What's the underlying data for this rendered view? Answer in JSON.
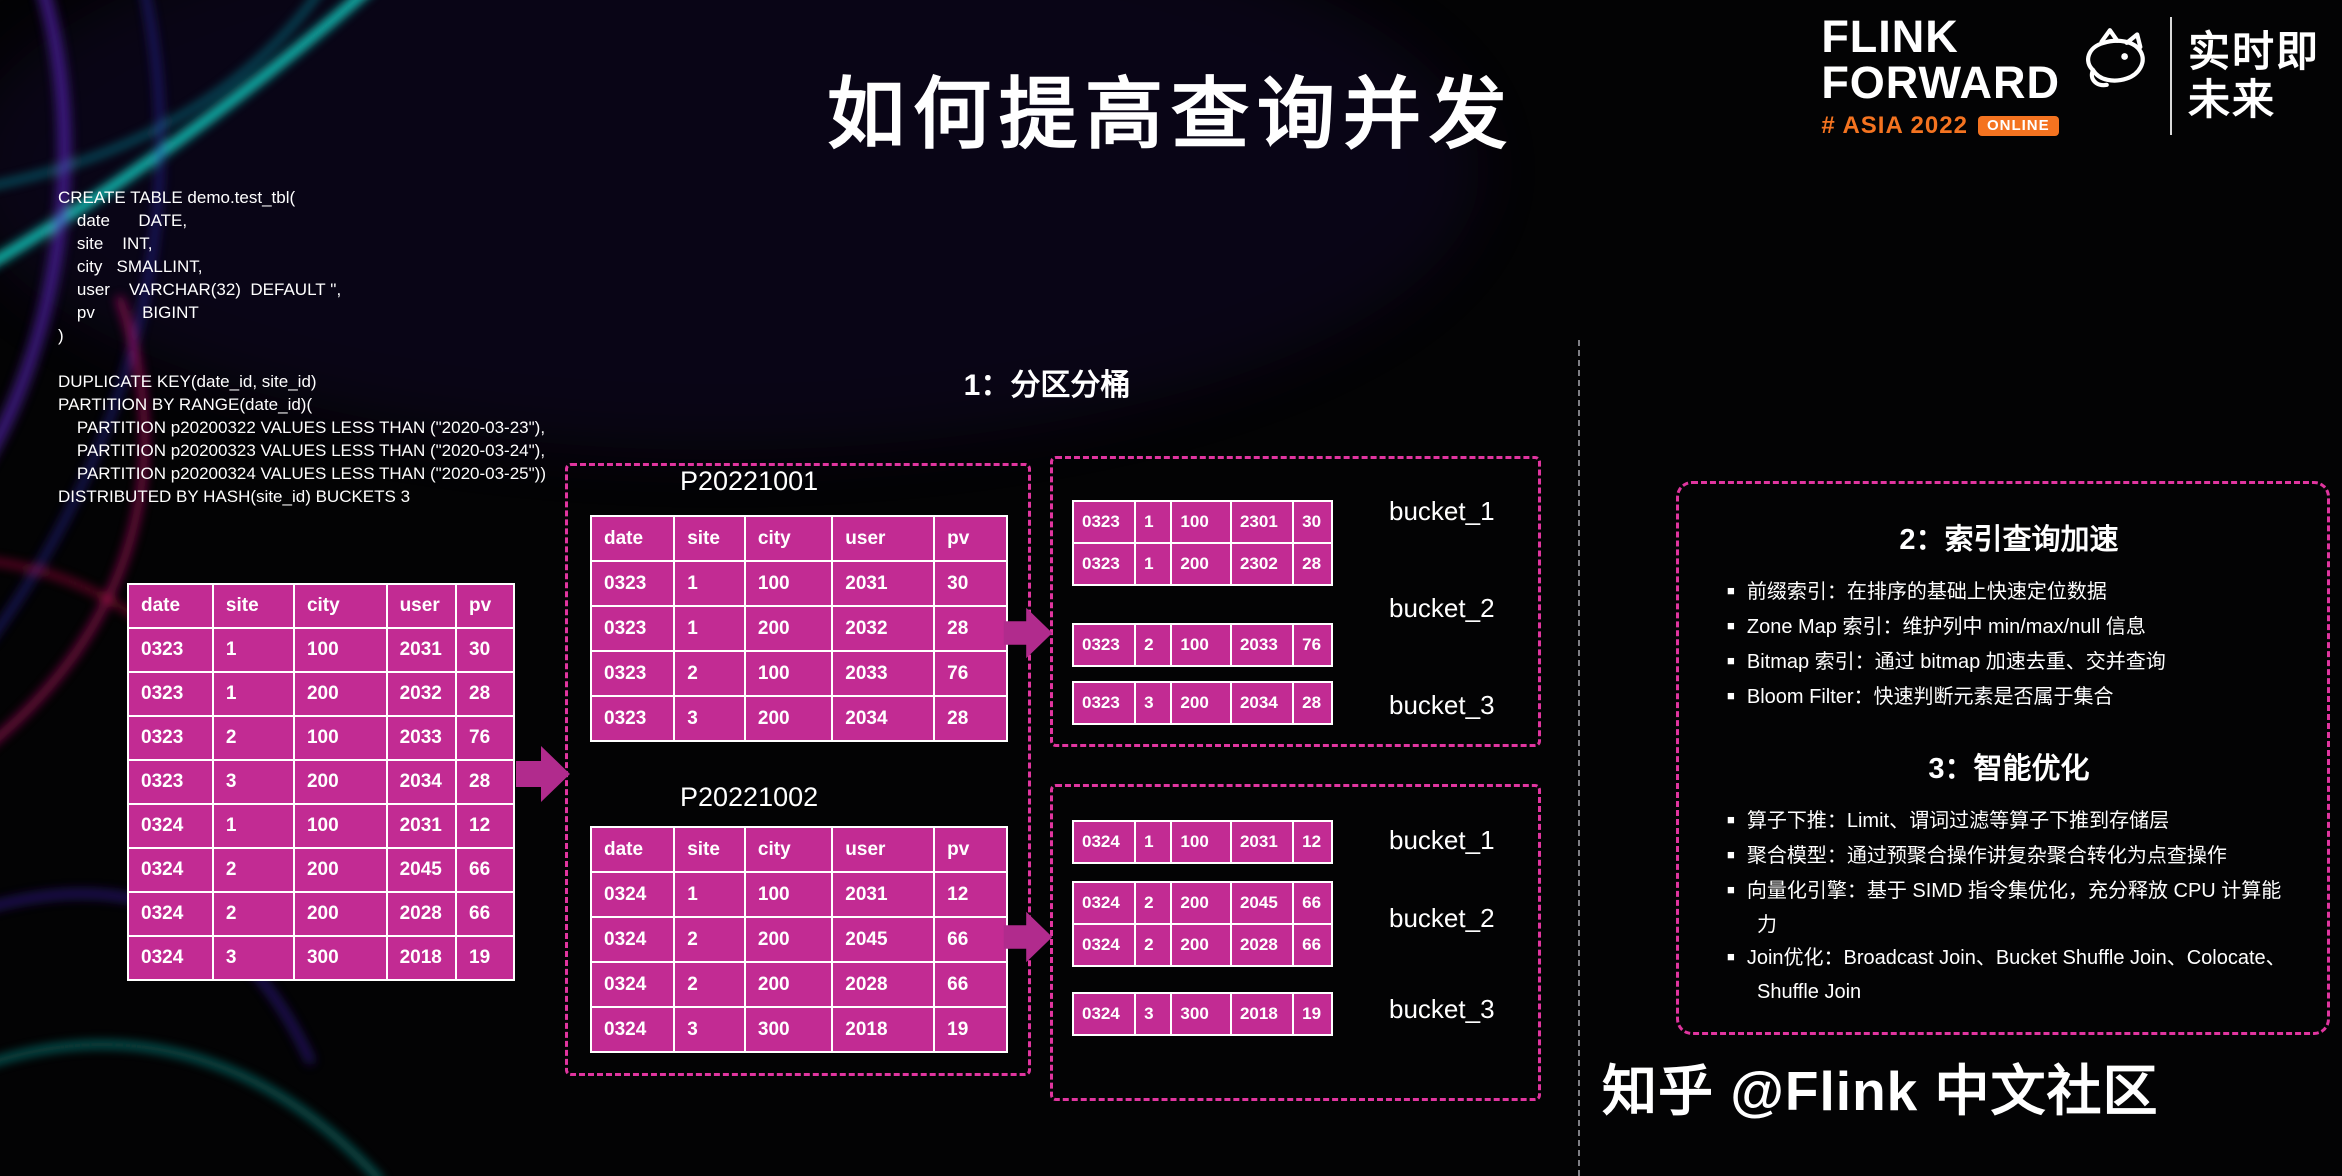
{
  "title": "如何提高查询并发",
  "logo": {
    "line1": "FLINK",
    "line2": "FORWARD",
    "sub": "# ASIA 2022",
    "badge": "ONLINE",
    "tagline1": "实时即",
    "tagline2": "未来"
  },
  "sql_code": {
    "lines": [
      "CREATE TABLE demo.test_tbl(",
      "    date      DATE,",
      "    site    INT,",
      "    city   SMALLINT,",
      "    user    VARCHAR(32)  DEFAULT '',",
      "    pv          BIGINT",
      ")",
      "",
      "DUPLICATE KEY(date_id, site_id)",
      "PARTITION BY RANGE(date_id)(",
      "    PARTITION p20200322 VALUES LESS THAN (\"2020-03-23\"),",
      "    PARTITION p20200323 VALUES LESS THAN (\"2020-03-24\"),",
      "    PARTITION p20200324 VALUES LESS THAN (\"2020-03-25\"))",
      "DISTRIBUTED BY HASH(site_id) BUCKETS 3"
    ]
  },
  "main_table": {
    "headers": [
      "date",
      "site",
      "city",
      "user",
      "pv"
    ],
    "rows": [
      [
        "0323",
        "1",
        "100",
        "2031",
        "30"
      ],
      [
        "0323",
        "1",
        "200",
        "2032",
        "28"
      ],
      [
        "0323",
        "2",
        "100",
        "2033",
        "76"
      ],
      [
        "0323",
        "3",
        "200",
        "2034",
        "28"
      ],
      [
        "0324",
        "1",
        "100",
        "2031",
        "12"
      ],
      [
        "0324",
        "2",
        "200",
        "2045",
        "66"
      ],
      [
        "0324",
        "2",
        "200",
        "2028",
        "66"
      ],
      [
        "0324",
        "3",
        "300",
        "2018",
        "19"
      ]
    ]
  },
  "section1_label": "1：分区分桶",
  "partitions": [
    {
      "name": "P20221001",
      "headers": [
        "date",
        "site",
        "city",
        "user",
        "pv"
      ],
      "rows": [
        [
          "0323",
          "1",
          "100",
          "2031",
          "30"
        ],
        [
          "0323",
          "1",
          "200",
          "2032",
          "28"
        ],
        [
          "0323",
          "2",
          "100",
          "2033",
          "76"
        ],
        [
          "0323",
          "3",
          "200",
          "2034",
          "28"
        ]
      ]
    },
    {
      "name": "P20221002",
      "headers": [
        "date",
        "site",
        "city",
        "user",
        "pv"
      ],
      "rows": [
        [
          "0324",
          "1",
          "100",
          "2031",
          "12"
        ],
        [
          "0324",
          "2",
          "200",
          "2045",
          "66"
        ],
        [
          "0324",
          "2",
          "200",
          "2028",
          "66"
        ],
        [
          "0324",
          "3",
          "300",
          "2018",
          "19"
        ]
      ]
    }
  ],
  "bucket_groups": [
    {
      "buckets": [
        {
          "label": "bucket_1",
          "rows": [
            [
              "0323",
              "1",
              "100",
              "2301",
              "30"
            ],
            [
              "0323",
              "1",
              "200",
              "2302",
              "28"
            ]
          ]
        },
        {
          "label": "bucket_2",
          "rows": [
            [
              "0323",
              "2",
              "100",
              "2033",
              "76"
            ]
          ]
        },
        {
          "label": "bucket_3",
          "rows": [
            [
              "0323",
              "3",
              "200",
              "2034",
              "28"
            ]
          ]
        }
      ]
    },
    {
      "buckets": [
        {
          "label": "bucket_1",
          "rows": [
            [
              "0324",
              "1",
              "100",
              "2031",
              "12"
            ]
          ]
        },
        {
          "label": "bucket_2",
          "rows": [
            [
              "0324",
              "2",
              "200",
              "2045",
              "66"
            ],
            [
              "0324",
              "2",
              "200",
              "2028",
              "66"
            ]
          ]
        },
        {
          "label": "bucket_3",
          "rows": [
            [
              "0324",
              "3",
              "300",
              "2018",
              "19"
            ]
          ]
        }
      ]
    }
  ],
  "panel": {
    "section2_title": "2：索引查询加速",
    "section2_items": [
      "前缀索引：在排序的基础上快速定位数据",
      "Zone Map 索引：维护列中 min/max/null 信息",
      "Bitmap 索引：通过 bitmap 加速去重、交并查询",
      "Bloom Filter：快速判断元素是否属于集合"
    ],
    "section3_title": "3：智能优化",
    "section3_items": [
      "算子下推：Limit、谓词过滤等算子下推到存储层",
      "聚合模型：通过预聚合操作讲复杂聚合转化为点查操作",
      "向量化引擎：基于 SIMD 指令集优化，充分释放 CPU 计算能力",
      "Join优化：Broadcast Join、Bucket Shuffle Join、Colocate、Shuffle Join"
    ]
  },
  "watermark": "知乎 @Flink 中文社区",
  "colors": {
    "table_magenta": "#c22b93",
    "dashed_border_pink": "#e0359f",
    "arrow_magenta": "#b12b8d",
    "logo_orange": "#f47320",
    "streak_teal": "#17e8d8",
    "background": "#030304"
  }
}
